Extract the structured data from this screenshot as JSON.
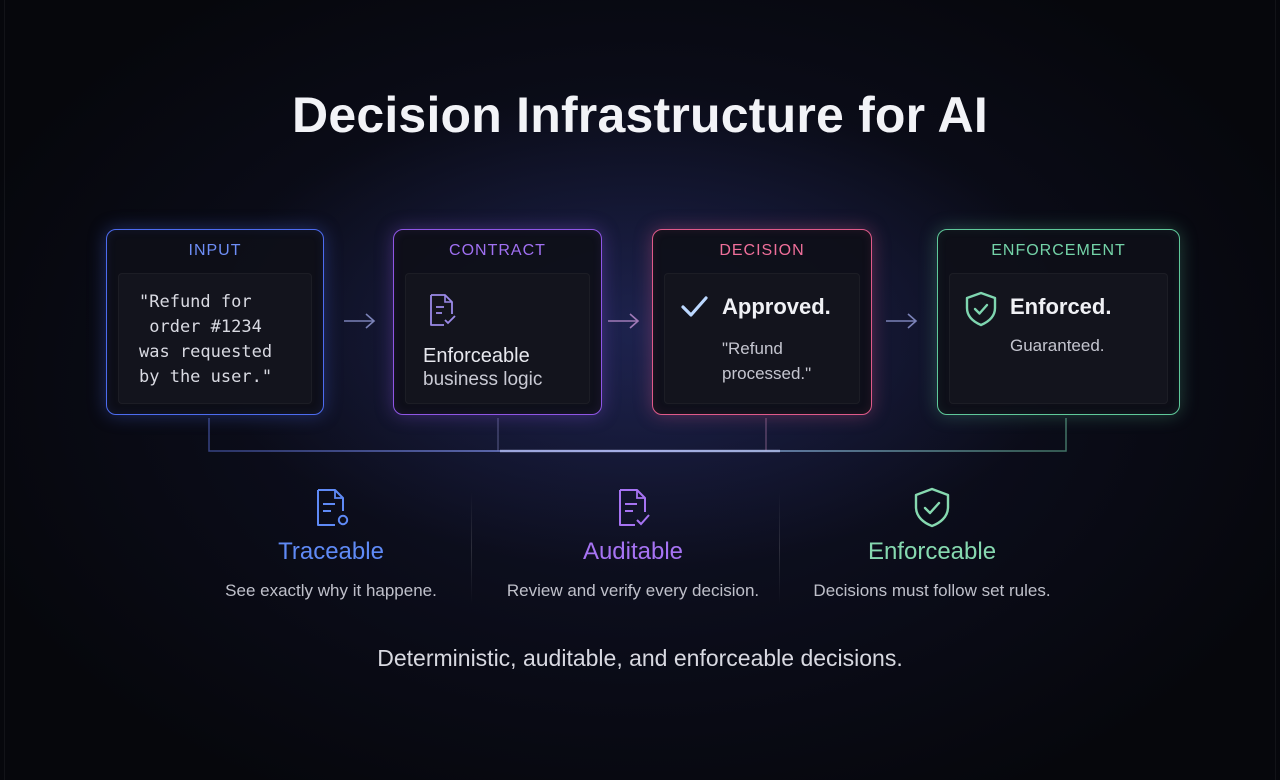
{
  "title": "Decision Infrastructure for AI",
  "pipeline": {
    "input": {
      "label": "INPUT",
      "text": "\"Refund for\n order #1234\nwas requested\nby the user.\""
    },
    "contract": {
      "label": "CONTRACT",
      "line1": "Enforceable",
      "line2": "business logic",
      "icon": "document-check-icon"
    },
    "decision": {
      "label": "DECISION",
      "status": "Approved.",
      "detail": "\"Refund\nprocessed.\"",
      "icon": "checkmark-icon"
    },
    "enforcement": {
      "label": "ENFORCEMENT",
      "status": "Enforced.",
      "detail": "Guaranteed.",
      "icon": "shield-check-icon"
    }
  },
  "features": [
    {
      "title": "Traceable",
      "desc": "See exactly why it happene.",
      "icon": "document-trace-icon"
    },
    {
      "title": "Auditable",
      "desc": "Review and verify every decision.",
      "icon": "document-check-icon"
    },
    {
      "title": "Enforceable",
      "desc": "Decisions must follow set rules.",
      "icon": "shield-check-icon"
    }
  ],
  "tagline": "Deterministic, auditable, and enforceable decisions.",
  "colors": {
    "input": "#4d6cf0",
    "contract": "#8f56e6",
    "decision": "#e05a8a",
    "enforcement": "#5fc99a",
    "background": "#07080d"
  }
}
